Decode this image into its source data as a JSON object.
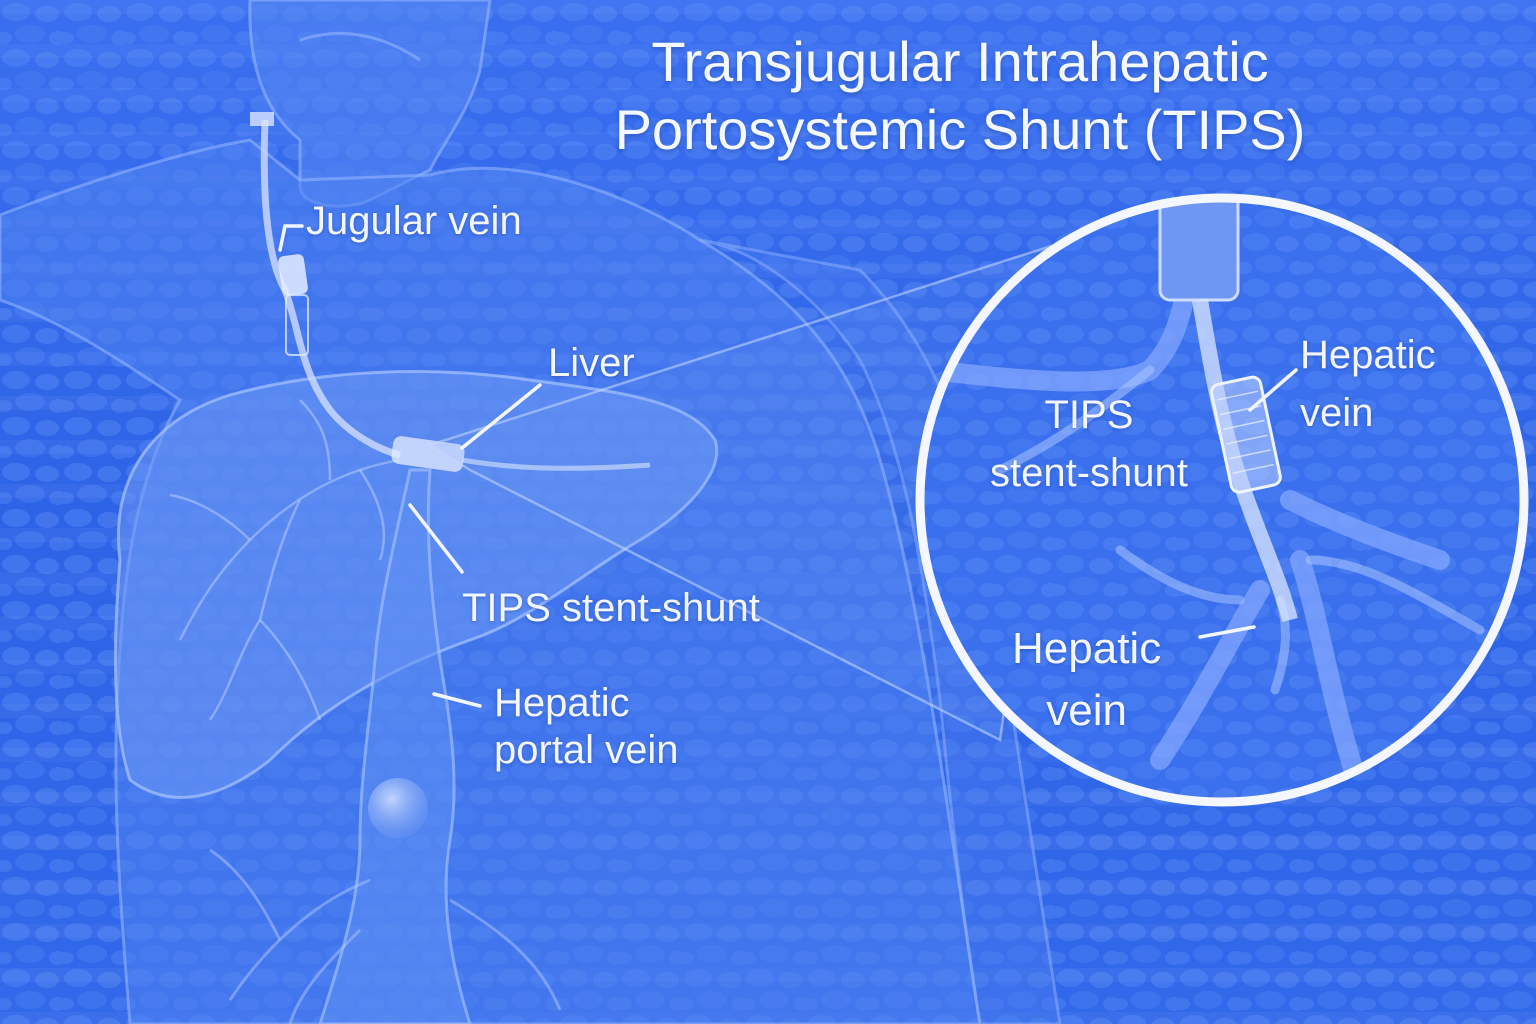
{
  "title": {
    "line1": "Transjugular Intrahepatic",
    "line2": "Portosystemic Shunt (TIPS)"
  },
  "labels": {
    "jugular_vein": "Jugular vein",
    "liver": "Liver",
    "tips_stent_shunt": "TIPS stent-shunt",
    "hepatic_portal_vein": "Hepatic\nportal vein"
  },
  "inset_labels": {
    "hepatic_vein_top": "Hepatic\nvein",
    "tips_stent_shunt": "TIPS\nstent-shunt",
    "hepatic_vein_bottom": "Hepatic\nvein"
  },
  "colors": {
    "background": "#2f66e8",
    "body": "#5a8af2",
    "outline": "#8fb2ff",
    "label_text": "#f3f6ff",
    "inset_ring": "#f4f7ff"
  }
}
